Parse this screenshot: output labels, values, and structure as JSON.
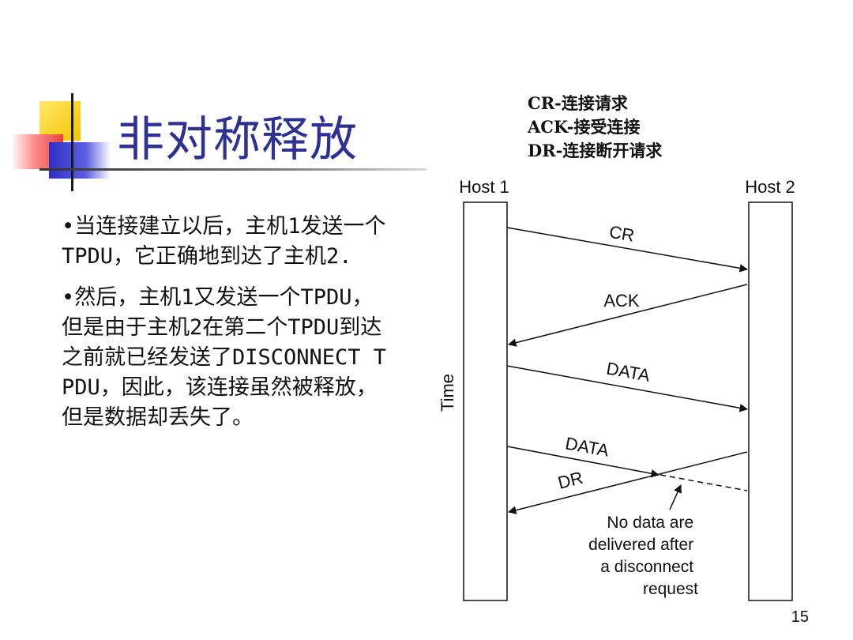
{
  "slide": {
    "title": "非对称释放",
    "page_number": "15"
  },
  "legend": [
    "CR-连接请求",
    "ACK-接受连接",
    "DR-连接断开请求"
  ],
  "body": {
    "paragraphs": [
      "•当连接建立以后，主机1发送一个TPDU，它正确地到达了主机2.",
      "•然后，主机1又发送一个TPDU，但是由于主机2在第二个TPDU到达之前就已经发送了DISCONNECT TPDU，因此，该连接虽然被释放，但是数据却丢失了。"
    ]
  },
  "diagram": {
    "host1": "Host 1",
    "host2": "Host 2",
    "time_label": "Time",
    "messages": {
      "cr": "CR",
      "ack": "ACK",
      "data1": "DATA",
      "data2": "DATA",
      "dr": "DR"
    },
    "note": [
      "No data are",
      "delivered after",
      "a disconnect",
      "request"
    ]
  }
}
